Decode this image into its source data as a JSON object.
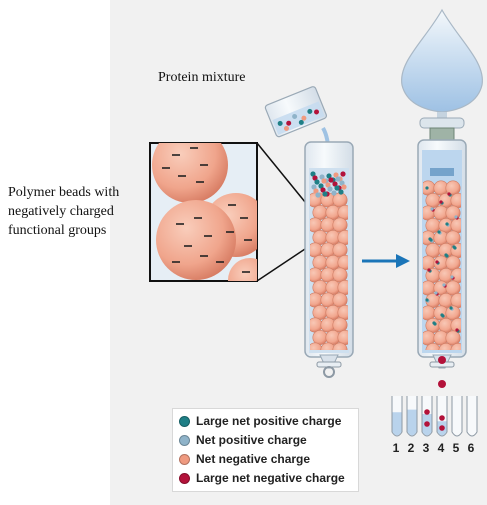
{
  "labels": {
    "protein_mixture": "Protein mixture",
    "polymer_beads": "Polymer beads with negatively charged functional groups"
  },
  "legend": [
    {
      "label": "Large net positive charge",
      "color": "#1f7f86"
    },
    {
      "label": "Net positive charge",
      "color": "#8fb3c9"
    },
    {
      "label": "Net negative charge",
      "color": "#ef9a80"
    },
    {
      "label": "Large net negative charge",
      "color": "#b3123a"
    }
  ],
  "fractions": [
    "1",
    "2",
    "3",
    "4",
    "5",
    "6"
  ],
  "colors": {
    "bead": "#f2a78f",
    "bead_dark": "#d97e66",
    "buffer": "#b9d3ec",
    "arrow": "#1b75b8",
    "glass": "#eef3f8"
  },
  "icons": [
    "beaker-icon",
    "column-icon",
    "funnel-icon",
    "arrow-right-icon",
    "test-tube-icon"
  ]
}
